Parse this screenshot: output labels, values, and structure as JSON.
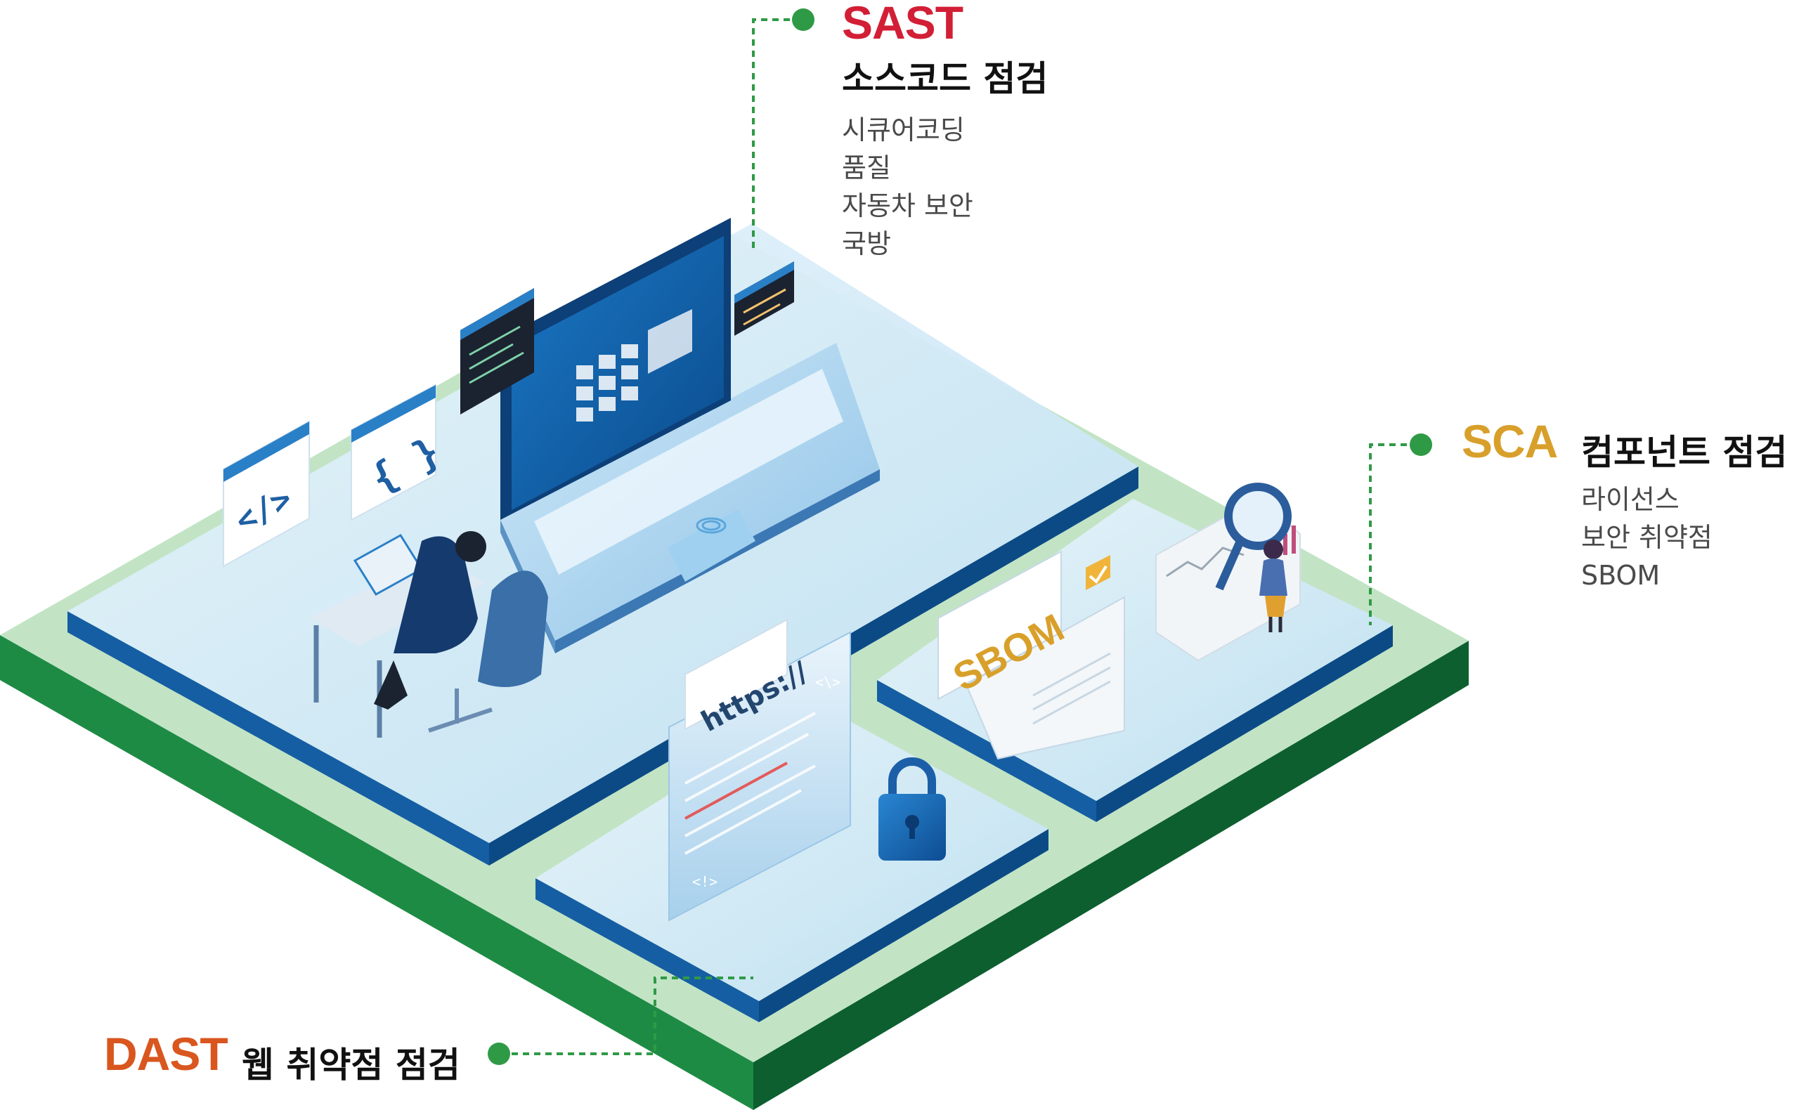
{
  "colors": {
    "sast": "#d21f36",
    "sca": "#d8a02a",
    "dast": "#d9561f",
    "leader": "#2f9a46",
    "platform_green": "#1e8b45",
    "platform_light": "#bfe3c2",
    "floor_blue": "#1d74bf",
    "floor_top": "#d6ecf8"
  },
  "sast": {
    "acronym": "SAST",
    "title": "소스코드 점검",
    "items": [
      "시큐어코딩",
      "품질",
      "자동차 보안",
      "국방"
    ]
  },
  "sca": {
    "acronym": "SCA",
    "title": "컴포넌트 점검",
    "items": [
      "라이선스",
      "보안 취약점",
      "SBOM"
    ]
  },
  "dast": {
    "acronym": "DAST",
    "title": "웹 취약점 점검"
  },
  "illustration": {
    "code_tag_icon": "</>",
    "braces_icon": "{ }",
    "sbom_doc_label": "SBOM",
    "url_panel_label": "https://",
    "panel_tag": "<\\>",
    "panel_tag_small": "<!>"
  },
  "icons": [
    "code-window-icon",
    "braces-window-icon",
    "terminal-window-icon",
    "laptop-icon",
    "fingerprint-icon",
    "lock-icon",
    "magnifier-icon",
    "sbom-document-icon",
    "monitor-chart-icon",
    "checkmark-icon",
    "developer-figure",
    "analyst-figure"
  ]
}
